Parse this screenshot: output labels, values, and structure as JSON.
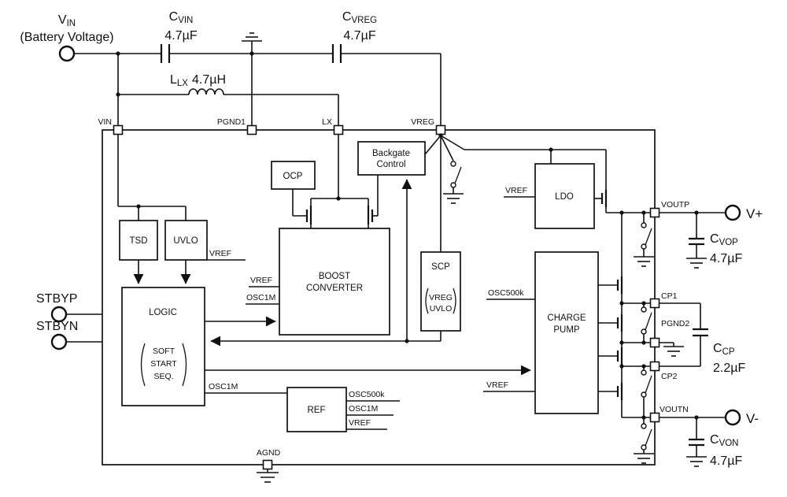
{
  "diagram": {
    "terminals": {
      "vin": {
        "main": "V",
        "sub": "IN",
        "caption": "(Battery Voltage)"
      },
      "stbyp": "STBYP",
      "stbyn": "STBYN",
      "vplus": "V+",
      "vminus": "V-"
    },
    "passives": {
      "cvin": {
        "ref": "C",
        "sub": "VIN",
        "value": "4.7µF"
      },
      "cvreg": {
        "ref": "C",
        "sub": "VREG",
        "value": "4.7µF"
      },
      "llx": {
        "ref": "L",
        "sub": "LX",
        "value": "4.7µH"
      },
      "cvop": {
        "ref": "C",
        "sub": "VOP",
        "value": "4.7µF"
      },
      "ccp": {
        "ref": "C",
        "sub": "CP",
        "value": "2.2µF"
      },
      "cvon": {
        "ref": "C",
        "sub": "VON",
        "value": "4.7µF"
      }
    },
    "pins": {
      "vin": "VIN",
      "pgnd1": "PGND1",
      "lx": "LX",
      "vreg": "VREG",
      "voutp": "VOUTP",
      "cp1": "CP1",
      "pgnd2": "PGND2",
      "cp2": "CP2",
      "voutn": "VOUTN",
      "agnd": "AGND"
    },
    "blocks": {
      "ocp": "OCP",
      "backgate": {
        "line1": "Backgate",
        "line2": "Control"
      },
      "tsd": "TSD",
      "uvlo": "UVLO",
      "boost": {
        "line1": "BOOST",
        "line2": "CONVERTER"
      },
      "scp": {
        "title": "SCP",
        "sub1": "VREG",
        "sub2": "UVLO"
      },
      "logic": {
        "title": "LOGIC",
        "sub1": "SOFT",
        "sub2": "START",
        "sub3": "SEQ."
      },
      "ref": "REF",
      "ldo": "LDO",
      "chargepump": {
        "line1": "CHARGE",
        "line2": "PUMP"
      }
    },
    "signals": {
      "vref_uvlo": "VREF",
      "vref_boost": "VREF",
      "osc1m_boost": "OSC1M",
      "osc1m_logic": "OSC1M",
      "ref_out1": "OSC500k",
      "ref_out2": "OSC1M",
      "ref_out3": "VREF",
      "vref_ldo": "VREF",
      "osc500k_cp": "OSC500k",
      "vref_cp": "VREF"
    }
  }
}
